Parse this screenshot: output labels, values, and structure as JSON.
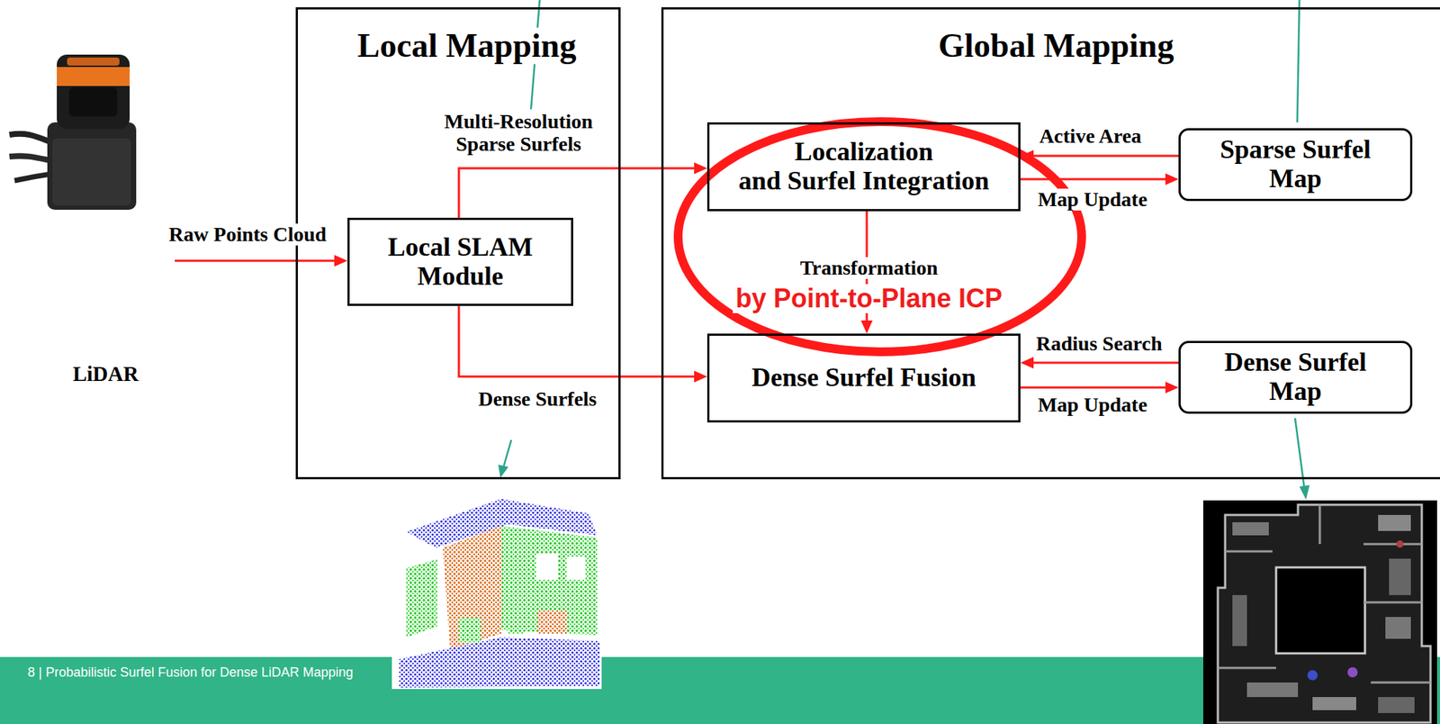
{
  "diagram": {
    "nodes": [
      {
        "text": [
          "LiDAR"
        ]
      },
      {
        "text": [
          "Local Mapping"
        ]
      },
      {
        "text": [
          "Local SLAM Module"
        ],
        "in": 1
      },
      {
        "text": [
          "Global Mapping"
        ]
      },
      {
        "text": [
          "Localization and Surfel Integration"
        ],
        "in": 3
      },
      {
        "text": [
          "Dense Surfel Fusion"
        ],
        "in": 3
      },
      {
        "text": [
          "Sparse Surfel Map"
        ],
        "in": 3
      },
      {
        "text": [
          "Dense Surfel Map"
        ],
        "in": 3
      }
    ],
    "edges": [
      {
        "from": 0,
        "to": 2,
        "arrow": "to",
        "label": "Raw Points Cloud"
      },
      {
        "from": 2,
        "to": 4,
        "arrow": "to",
        "label": "Multi-Resolution Sparse Surfels"
      },
      {
        "from": 2,
        "to": 5,
        "arrow": "to",
        "label": "Dense Surfels"
      },
      {
        "from": 4,
        "to": 5,
        "arrow": "to",
        "label": "Transformation"
      },
      {
        "from": 6,
        "to": 4,
        "arrow": "to",
        "label": "Active Area"
      },
      {
        "from": 4,
        "to": 6,
        "arrow": "to",
        "label": "Map Update"
      },
      {
        "from": 7,
        "to": 5,
        "arrow": "to",
        "label": "Radius Search"
      },
      {
        "from": 5,
        "to": 7,
        "arrow": "to",
        "label": "Map Update"
      }
    ],
    "labels": [
      "by Point-to-Plane ICP",
      "8 | Probabilistic Surfel Fusion for Dense LiDAR Mapping"
    ]
  }
}
